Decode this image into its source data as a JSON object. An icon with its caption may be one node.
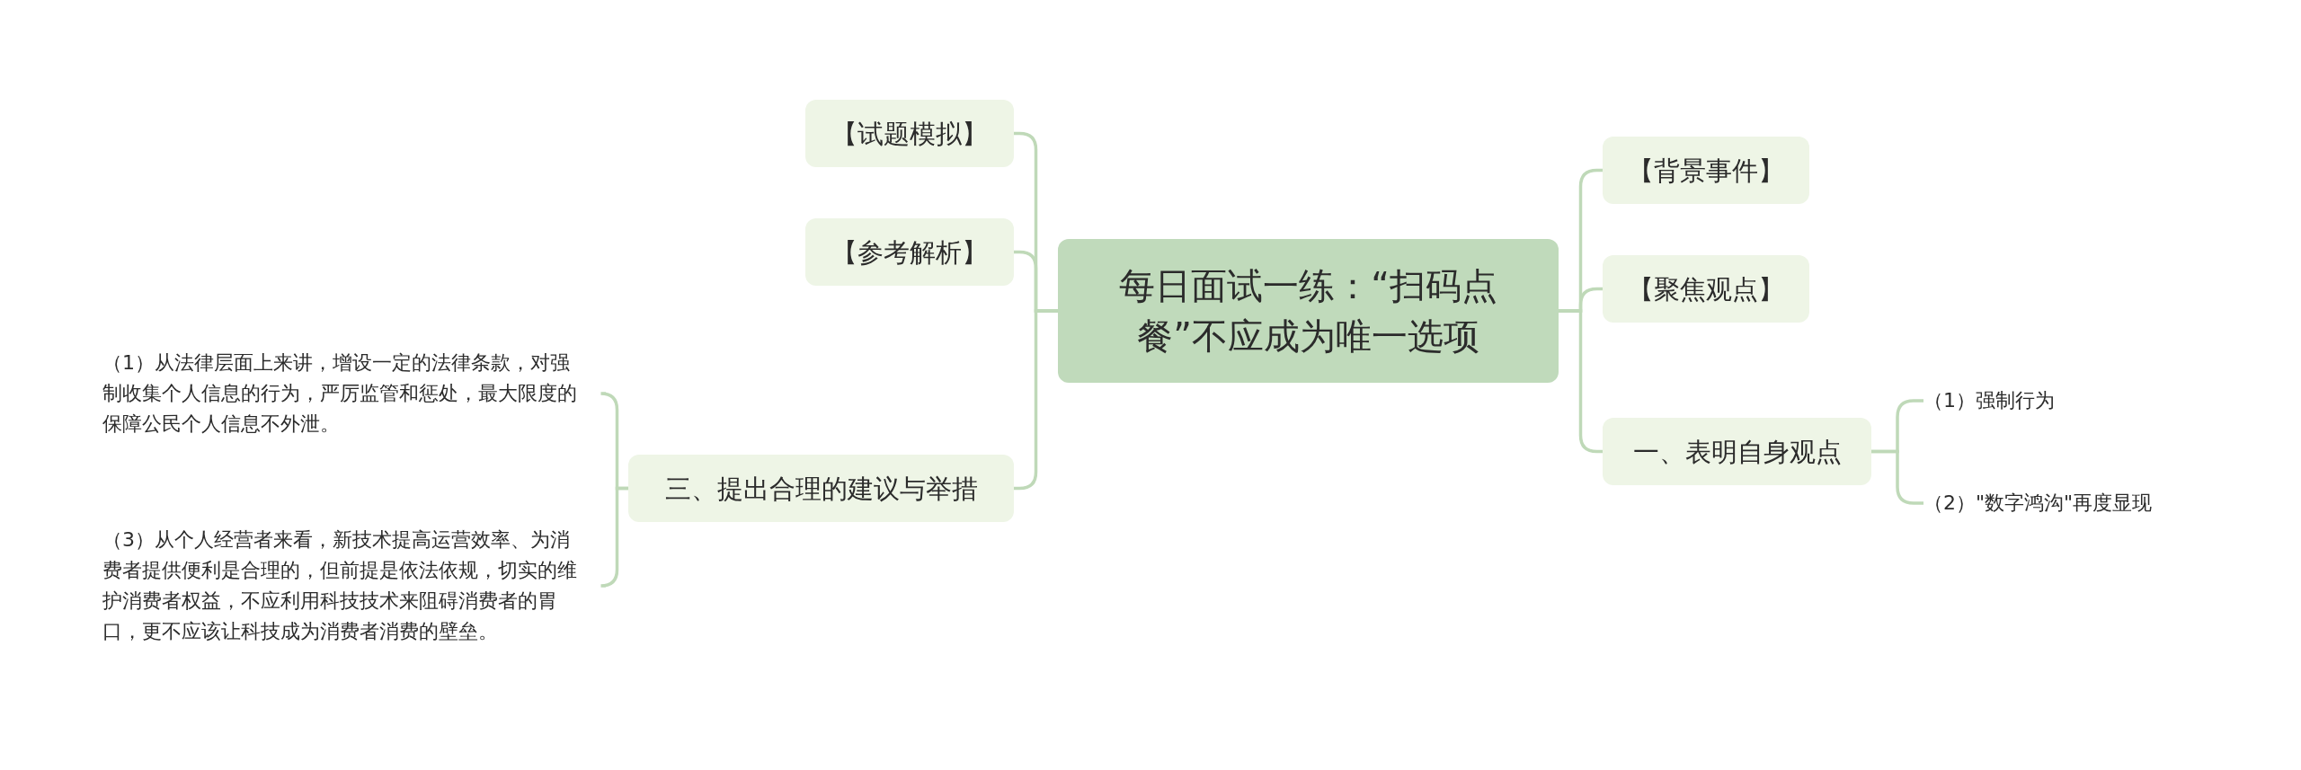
{
  "diagram": {
    "nodes": [
      {
        "text": [
          "每日面试一练：“扫码点餐”不应成为唯一选项"
        ]
      },
      {
        "text": [
          "【试题模拟】"
        ]
      },
      {
        "text": [
          "【参考解析】"
        ]
      },
      {
        "text": [
          "三、提出合理的建议与举措"
        ]
      },
      {
        "text": [
          "（1）从法律层面上来讲，增设一定的法律条款，对强制收集个人信息的行为，严厉监管和惩处，最大限度的保障公民个人信息不外泄。"
        ]
      },
      {
        "text": [
          "（3）从个人经营者来看，新技术提高运营效率、为消费者提供便利是合理的，但前提是依法依规，切实的维护消费者权益，不应利用科技技术来阻碍消费者的胃口，更不应该让科技成为消费者消费的壁垒。"
        ]
      },
      {
        "text": [
          "【背景事件】"
        ]
      },
      {
        "text": [
          "【聚焦观点】"
        ]
      },
      {
        "text": [
          "一、表明自身观点"
        ]
      },
      {
        "text": [
          "（1）强制行为"
        ]
      },
      {
        "text": [
          "（2）\"数字鸿沟\"再度显现"
        ]
      }
    ],
    "edges": [
      {
        "from": 0,
        "to": 1,
        "arrow": "none"
      },
      {
        "from": 0,
        "to": 2,
        "arrow": "none"
      },
      {
        "from": 0,
        "to": 3,
        "arrow": "none"
      },
      {
        "from": 3,
        "to": 4,
        "arrow": "none"
      },
      {
        "from": 3,
        "to": 5,
        "arrow": "none"
      },
      {
        "from": 0,
        "to": 6,
        "arrow": "none"
      },
      {
        "from": 0,
        "to": 7,
        "arrow": "none"
      },
      {
        "from": 0,
        "to": 8,
        "arrow": "none"
      },
      {
        "from": 8,
        "to": 9,
        "arrow": "none"
      },
      {
        "from": 8,
        "to": 10,
        "arrow": "none"
      }
    ]
  }
}
